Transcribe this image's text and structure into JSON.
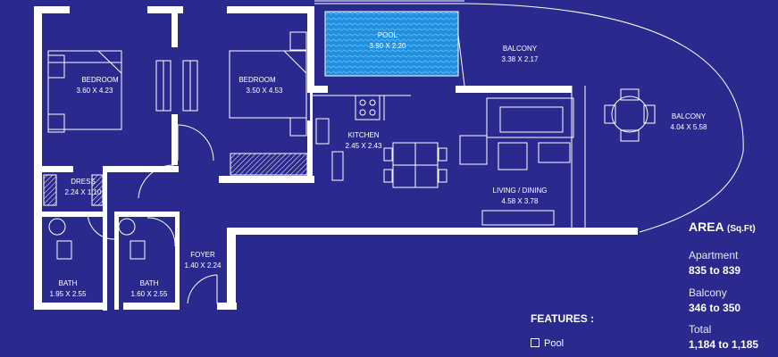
{
  "rooms": {
    "bedroom1": {
      "name": "BEDROOM",
      "size": "3.60 X 4.23"
    },
    "bedroom2": {
      "name": "BEDROOM",
      "size": "3.50 X 4.53"
    },
    "pool": {
      "name": "POOL",
      "size": "3.90 X 2.20"
    },
    "balcony1": {
      "name": "BALCONY",
      "size": "3.38 X 2.17"
    },
    "balcony2": {
      "name": "BALCONY",
      "size": "4.04 X 5.58"
    },
    "kitchen": {
      "name": "KITCHEN",
      "size": "2.45 X 2.43"
    },
    "living": {
      "name": "LIVING / DINING",
      "size": "4.58 X 3.78"
    },
    "dress": {
      "name": "DRESS",
      "size": "2.24 X 1.10"
    },
    "foyer": {
      "name": "FOYER",
      "size": "1.40 X 2.24"
    },
    "bath1": {
      "name": "BATH",
      "size": "1.95 X 2.55"
    },
    "bath2": {
      "name": "BATH",
      "size": "1.60 X 2.55"
    }
  },
  "area": {
    "title": "AREA",
    "unit": "(Sq.Ft)",
    "apartment_label": "Apartment",
    "apartment_value": "835 to 839",
    "balcony_label": "Balcony",
    "balcony_value": "346 to 350",
    "total_label": "Total",
    "total_value": "1,184 to 1,185"
  },
  "features": {
    "title": "FEATURES :",
    "items": [
      "Pool"
    ]
  },
  "colors": {
    "background": "#2a2a8e",
    "walls": "#ffffff",
    "pool": "#1f8fe0"
  }
}
